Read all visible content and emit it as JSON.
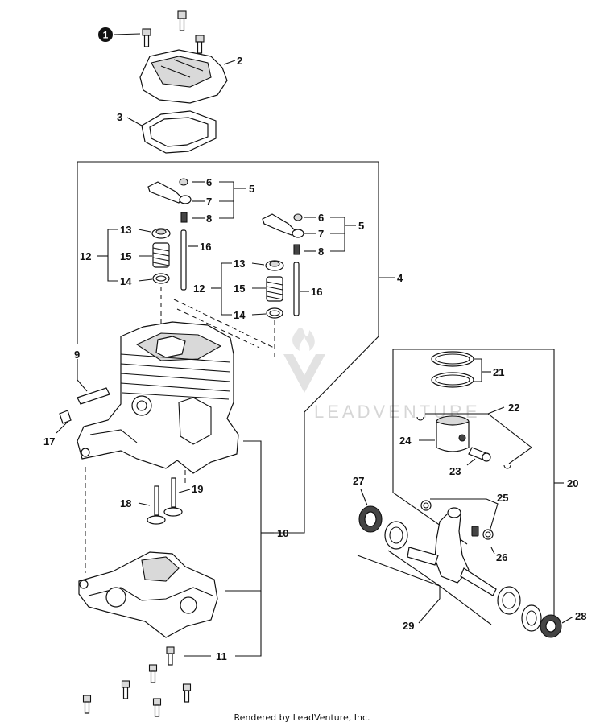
{
  "callouts": {
    "c1": "1",
    "c2": "2",
    "c3": "3",
    "c4": "4",
    "c5a": "5",
    "c5b": "5",
    "c6a": "6",
    "c6b": "6",
    "c7a": "7",
    "c7b": "7",
    "c8a": "8",
    "c8b": "8",
    "c9": "9",
    "c10": "10",
    "c11": "11",
    "c12a": "12",
    "c12b": "12",
    "c13a": "13",
    "c13b": "13",
    "c14a": "14",
    "c14b": "14",
    "c15a": "15",
    "c15b": "15",
    "c16a": "16",
    "c16b": "16",
    "c17": "17",
    "c18": "18",
    "c19": "19",
    "c20": "20",
    "c21": "21",
    "c22": "22",
    "c23": "23",
    "c24": "24",
    "c25": "25",
    "c26": "26",
    "c27": "27",
    "c28": "28",
    "c29": "29"
  },
  "watermark": "LEADVENTURE",
  "footer": "Rendered by LeadVenture, Inc."
}
